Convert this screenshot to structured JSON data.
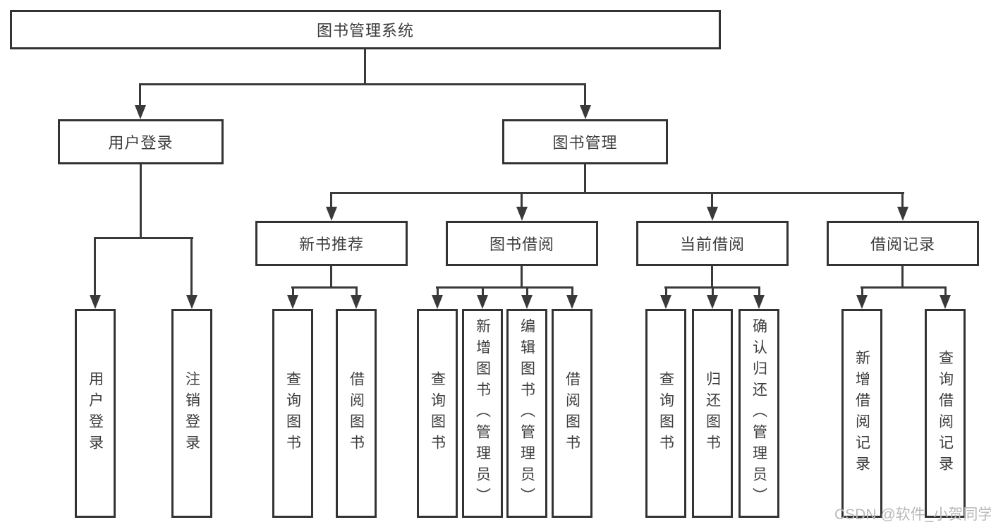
{
  "tree": {
    "label": "图书管理系统",
    "children": [
      {
        "label": "用户登录",
        "children": [
          {
            "label": "用户登录"
          },
          {
            "label": "注销登录"
          }
        ]
      },
      {
        "label": "图书管理",
        "children": [
          {
            "label": "新书推荐",
            "children": [
              {
                "label": "查询图书"
              },
              {
                "label": "借阅图书"
              }
            ]
          },
          {
            "label": "图书借阅",
            "children": [
              {
                "label": "查询图书"
              },
              {
                "label": "新增图书（管理员）"
              },
              {
                "label": "编辑图书（管理员）"
              },
              {
                "label": "借阅图书"
              }
            ]
          },
          {
            "label": "当前借阅",
            "children": [
              {
                "label": "查询图书"
              },
              {
                "label": "归还图书"
              },
              {
                "label": "确认归还（管理员）"
              }
            ]
          },
          {
            "label": "借阅记录",
            "children": [
              {
                "label": "新增借阅记录"
              },
              {
                "label": "查询借阅记录"
              }
            ]
          }
        ]
      }
    ]
  },
  "watermark": "CSDN @软件_小贺同学",
  "colors": {
    "line": "#3a3a3a",
    "box_border": "#333333",
    "text": "#3d3d3d",
    "watermark": "#b9b9b9",
    "background": "#ffffff"
  }
}
